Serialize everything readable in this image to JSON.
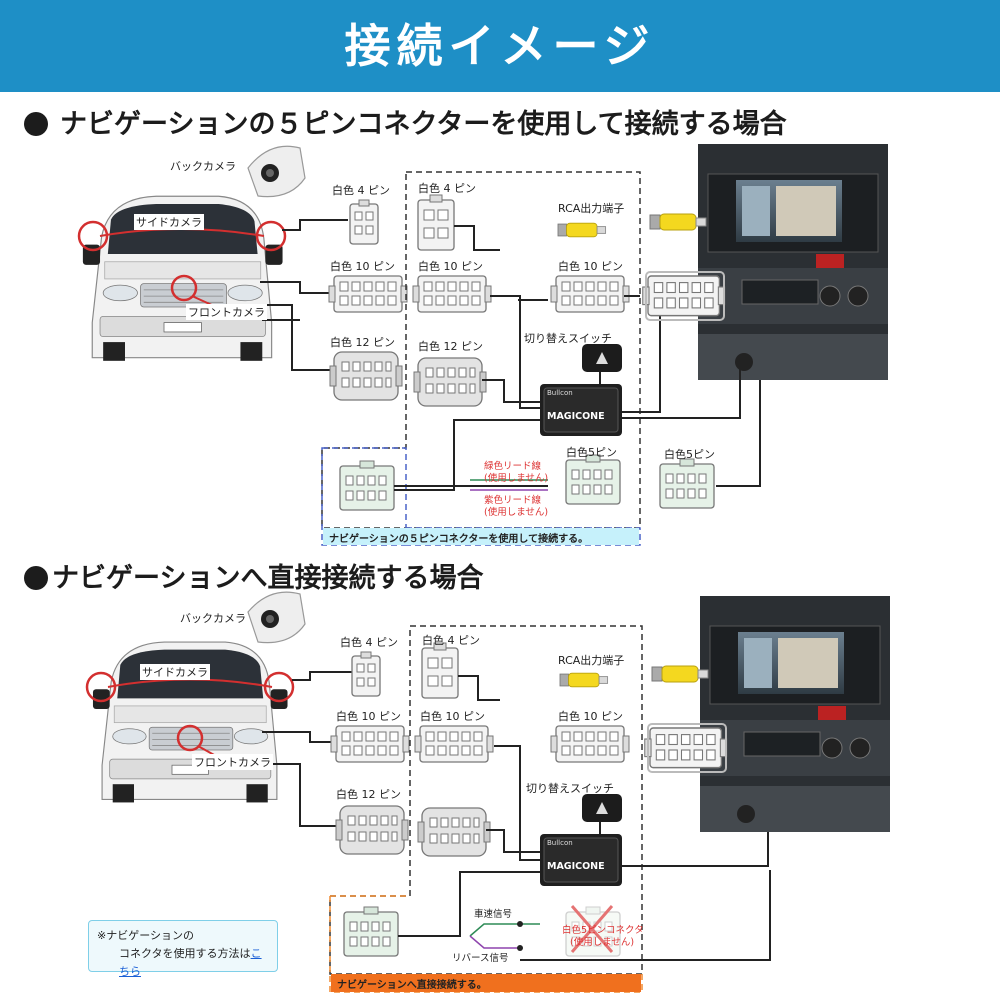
{
  "banner": {
    "title": "接続イメージ"
  },
  "section1": {
    "heading": "ナビゲーションの５ピンコネクターを使用して接続する場合",
    "labels": {
      "back_camera": "バックカメラ",
      "side_camera": "サイドカメラ",
      "front_camera": "フロントカメラ",
      "white4_left": "白色 4 ピン",
      "white10_left": "白色 10 ピン",
      "white12_left": "白色 12 ピン",
      "white4_box": "白色 4 ピン",
      "rca_out": "RCA出力端子",
      "white10_box": "白色 10 ピン",
      "white10_right": "白色 10 ピン",
      "white12_box": "白色 12 ピン",
      "switch": "切り替えスイッチ",
      "white5_box": "白色5ピン",
      "green_lead_1": "緑色リード線",
      "green_lead_2": "(使用しません)",
      "purple_lead_1": "紫色リード線",
      "purple_lead_2": "(使用しません)",
      "white5_nav": "白色5ピン",
      "footer": "ナビゲーションの５ピンコネクターを使用して接続する。"
    }
  },
  "section2": {
    "heading": "ナビゲーションへ直接接続する場合",
    "labels": {
      "back_camera": "バックカメラ",
      "side_camera": "サイドカメラ",
      "front_camera": "フロントカメラ",
      "white4_left": "白色 4 ピン",
      "white10_left": "白色 10 ピン",
      "white12_left": "白色 12 ピン",
      "white4_box": "白色 4 ピン",
      "rca_out": "RCA出力端子",
      "white10_box": "白色 10 ピン",
      "white10_right": "白色 10 ピン",
      "switch": "切り替えスイッチ",
      "speed_signal": "車速信号",
      "reverse_signal": "リバース信号",
      "white5_conn_1": "白色5ピンコネクタ",
      "white5_conn_2": "(使用しません)",
      "footer": "ナビゲーションへ直接接続する。"
    },
    "note": {
      "line1": "※ナビゲーションの",
      "line2_prefix": "コネクタを使用する方法は",
      "link": "こちら"
    }
  },
  "product": {
    "brand": "Bullcon",
    "name": "MAGICONE"
  },
  "colors": {
    "banner": "#1e8fc6",
    "highlight_red": "#d32f2f",
    "section1_box": "#4a63c8",
    "section1_footer": "#c6f1fb",
    "section2_box": "#f08a30",
    "section2_footer": "#f0701e"
  }
}
